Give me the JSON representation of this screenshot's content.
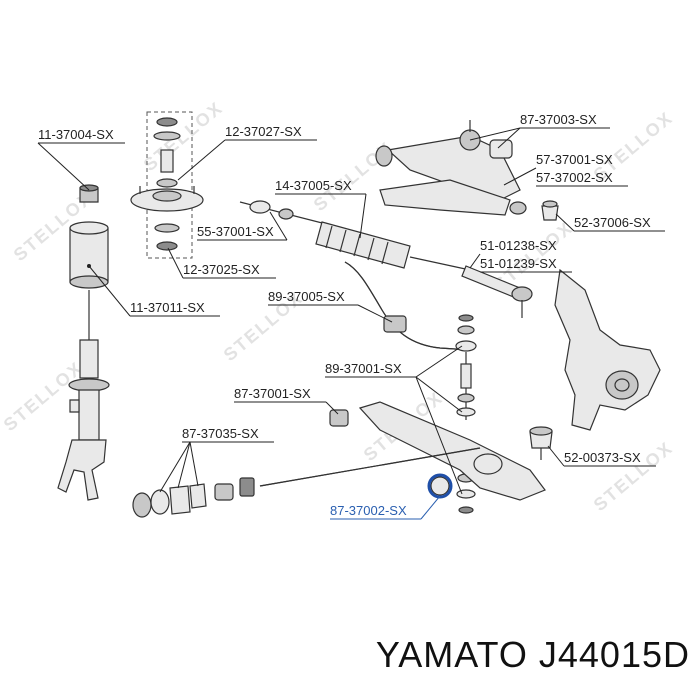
{
  "diagram": {
    "watermark_text": "STELLOX",
    "labels": [
      {
        "id": "l1",
        "text": "11-37004-SX"
      },
      {
        "id": "l2",
        "text": "12-37027-SX"
      },
      {
        "id": "l3",
        "text": "87-37003-SX"
      },
      {
        "id": "l4",
        "text": "57-37001-SX"
      },
      {
        "id": "l5",
        "text": "57-37002-SX"
      },
      {
        "id": "l6",
        "text": "14-37005-SX"
      },
      {
        "id": "l7",
        "text": "52-37006-SX"
      },
      {
        "id": "l8",
        "text": "55-37001-SX"
      },
      {
        "id": "l9",
        "text": "51-01238-SX"
      },
      {
        "id": "l10",
        "text": "51-01239-SX"
      },
      {
        "id": "l11",
        "text": "12-37025-SX"
      },
      {
        "id": "l12",
        "text": "89-37005-SX"
      },
      {
        "id": "l13",
        "text": "11-37011-SX"
      },
      {
        "id": "l14",
        "text": "89-37001-SX"
      },
      {
        "id": "l15",
        "text": "87-37001-SX"
      },
      {
        "id": "l16",
        "text": "87-37035-SX"
      },
      {
        "id": "l17",
        "text": "52-00373-SX"
      },
      {
        "id": "l18",
        "text": "87-37002-SX",
        "highlighted": true
      }
    ],
    "highlight_color": "#2a5fb0"
  },
  "caption": {
    "text": "YAMATO J44015D"
  }
}
